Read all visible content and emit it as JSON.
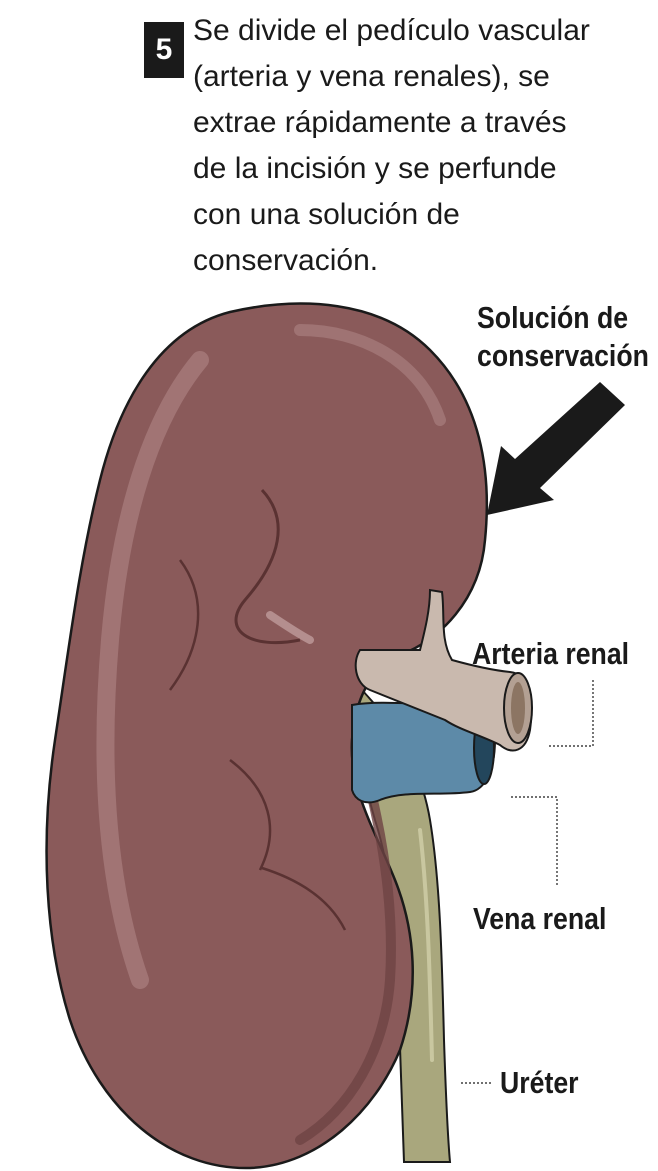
{
  "step": {
    "number": "5",
    "text_lines": [
      "Se divide el pedículo vascular",
      "(arteria y vena renales), se",
      "extrae rápidamente a través",
      "de la incisión y se perfunde",
      "con una solución de",
      "conservación."
    ]
  },
  "labels": {
    "solucion": [
      "Solución de",
      "conservación"
    ],
    "arteria": "Arteria renal",
    "vena": "Vena renal",
    "ureter": "Uréter"
  },
  "colors": {
    "kidney": "#8a5a5a",
    "kidney_highlight": "#a47979",
    "kidney_shadow": "#6e4343",
    "artery": "#c9b9ae",
    "vein": "#5d8aa8",
    "ureter": "#a9a77d",
    "arrow": "#1a1a1a"
  }
}
